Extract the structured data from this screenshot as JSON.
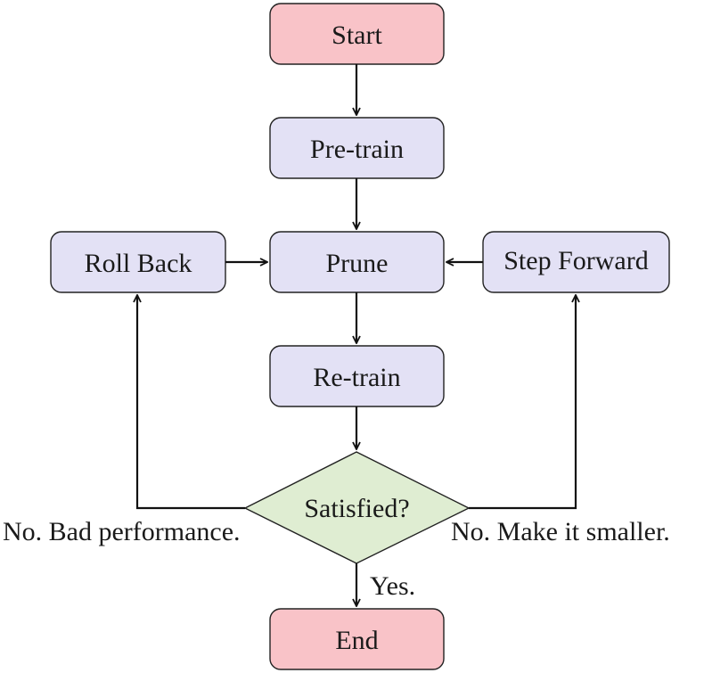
{
  "colors": {
    "terminal_fill": "#f9c3c8",
    "process_fill": "#e3e1f5",
    "decision_fill": "#dfedd2",
    "stroke": "#222222",
    "arrow": "#111111"
  },
  "nodes": {
    "start": "Start",
    "pretrain": "Pre-train",
    "prune": "Prune",
    "rollback": "Roll Back",
    "stepforward": "Step Forward",
    "retrain": "Re-train",
    "decision": "Satisfied?",
    "end": "End"
  },
  "edge_labels": {
    "bad_performance": "No. Bad performance.",
    "make_smaller": "No. Make it smaller.",
    "yes": "Yes."
  }
}
